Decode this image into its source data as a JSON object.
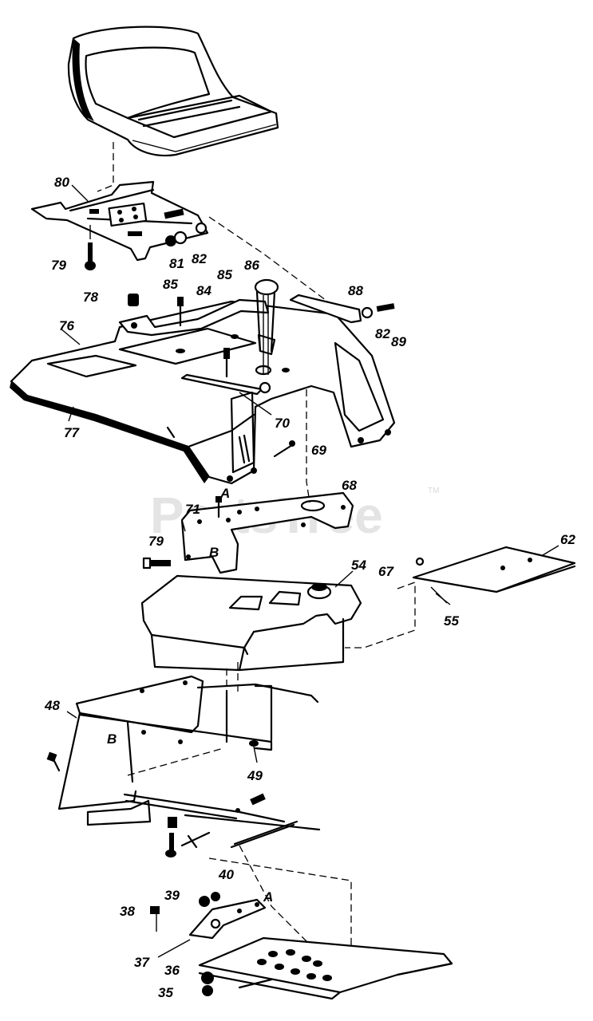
{
  "watermark": {
    "text": "PartsTree",
    "trademark": "TM"
  },
  "part_labels": [
    {
      "id": "p80",
      "text": "80"
    },
    {
      "id": "p79a",
      "text": "79"
    },
    {
      "id": "p81",
      "text": "81"
    },
    {
      "id": "p82a",
      "text": "82"
    },
    {
      "id": "p86",
      "text": "86"
    },
    {
      "id": "p85a",
      "text": "85"
    },
    {
      "id": "p85b",
      "text": "85"
    },
    {
      "id": "p84",
      "text": "84"
    },
    {
      "id": "p78",
      "text": "78"
    },
    {
      "id": "p88",
      "text": "88"
    },
    {
      "id": "p89",
      "text": "89"
    },
    {
      "id": "p82b",
      "text": "82"
    },
    {
      "id": "p76",
      "text": "76"
    },
    {
      "id": "p77",
      "text": "77"
    },
    {
      "id": "p70",
      "text": "70"
    },
    {
      "id": "p69",
      "text": "69"
    },
    {
      "id": "pA1",
      "text": "A"
    },
    {
      "id": "p68",
      "text": "68"
    },
    {
      "id": "p71",
      "text": "71"
    },
    {
      "id": "p79b",
      "text": "79"
    },
    {
      "id": "pB1",
      "text": "B"
    },
    {
      "id": "p62",
      "text": "62"
    },
    {
      "id": "p67",
      "text": "67"
    },
    {
      "id": "p54",
      "text": "54"
    },
    {
      "id": "p55",
      "text": "55"
    },
    {
      "id": "p48",
      "text": "48"
    },
    {
      "id": "pB2",
      "text": "B"
    },
    {
      "id": "p49",
      "text": "49"
    },
    {
      "id": "p40",
      "text": "40"
    },
    {
      "id": "p39",
      "text": "39"
    },
    {
      "id": "p38",
      "text": "38"
    },
    {
      "id": "pA2",
      "text": "A"
    },
    {
      "id": "p37",
      "text": "37"
    },
    {
      "id": "p36",
      "text": "36"
    },
    {
      "id": "p35",
      "text": "35"
    }
  ]
}
